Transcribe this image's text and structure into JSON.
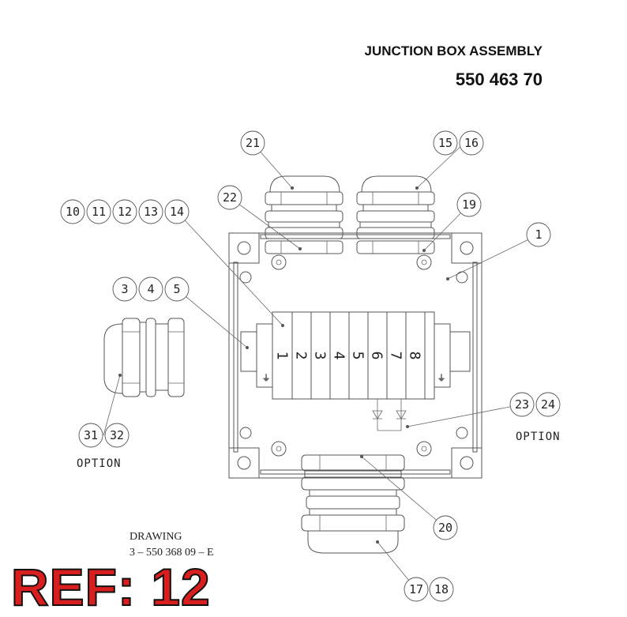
{
  "header": {
    "title": "JUNCTION BOX ASSEMBLY",
    "part_number": "550 463 70"
  },
  "drawing": {
    "label": "DRAWING",
    "number": "3 – 550 368 09 – E"
  },
  "ref": "REF: 12",
  "options": {
    "left": "OPTION",
    "right": "OPTION"
  },
  "callouts": {
    "c1": "1",
    "c3": "3",
    "c4": "4",
    "c5": "5",
    "c10": "10",
    "c11": "11",
    "c12": "12",
    "c13": "13",
    "c14": "14",
    "c15": "15",
    "c16": "16",
    "c17": "17",
    "c18": "18",
    "c19": "19",
    "c20": "20",
    "c21": "21",
    "c22": "22",
    "c23": "23",
    "c24": "24",
    "c31": "31",
    "c32": "32"
  },
  "terminals": [
    "1",
    "2",
    "3",
    "4",
    "5",
    "6",
    "7",
    "8"
  ],
  "colors": {
    "ref_fill": "#d81e1e",
    "line": "#555555"
  }
}
